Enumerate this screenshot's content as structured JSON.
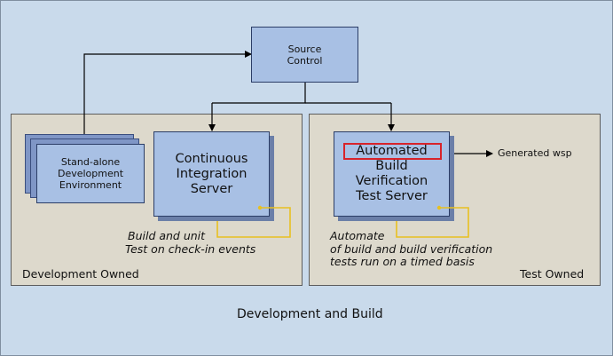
{
  "diagram": {
    "caption": "Development and Build",
    "source_control": {
      "line1": "Source",
      "line2": "Control"
    },
    "dev_region": {
      "label": "Development Owned",
      "standalone": {
        "line1": "Stand-alone",
        "line2": "Development",
        "line3": "Environment"
      },
      "ci_server": {
        "line1": "Continuous",
        "line2": "Integration",
        "line3": "Server"
      },
      "note": {
        "line1": "Build and unit",
        "line2": "Test on check-in events"
      }
    },
    "test_region": {
      "label": "Test Owned",
      "bvt_server": {
        "line1": "Automated",
        "line2": "Build",
        "line3": "Verification",
        "line4": "Test Server"
      },
      "output_label": "Generated wsp",
      "note": {
        "line1": "Automate",
        "line2": "of build and build verification",
        "line3": "tests run on a timed basis"
      }
    }
  }
}
